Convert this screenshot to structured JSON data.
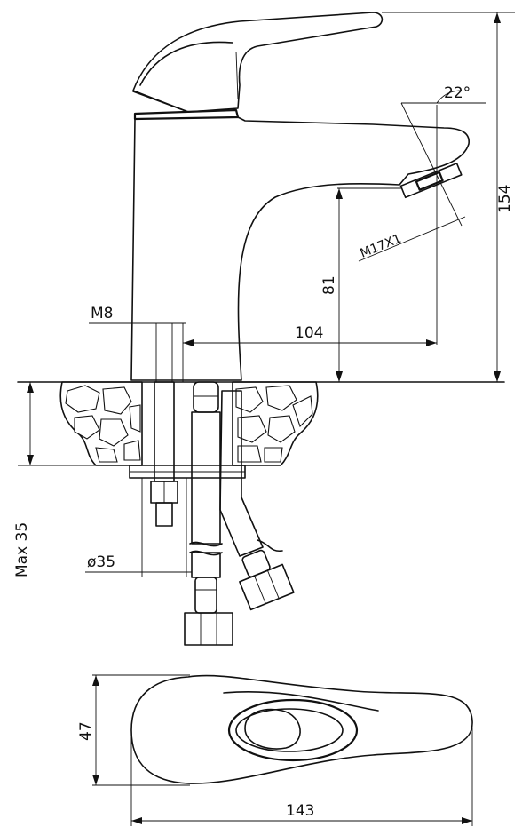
{
  "dimensions": {
    "angle": "22°",
    "thread_outlet": "M17X1",
    "total_height": "154",
    "spout_height": "81",
    "spout_reach": "104",
    "stud_thread": "M8",
    "max_thickness": "Max 35",
    "hole_diameter": "ø35",
    "body_width": "47",
    "body_length": "143"
  }
}
